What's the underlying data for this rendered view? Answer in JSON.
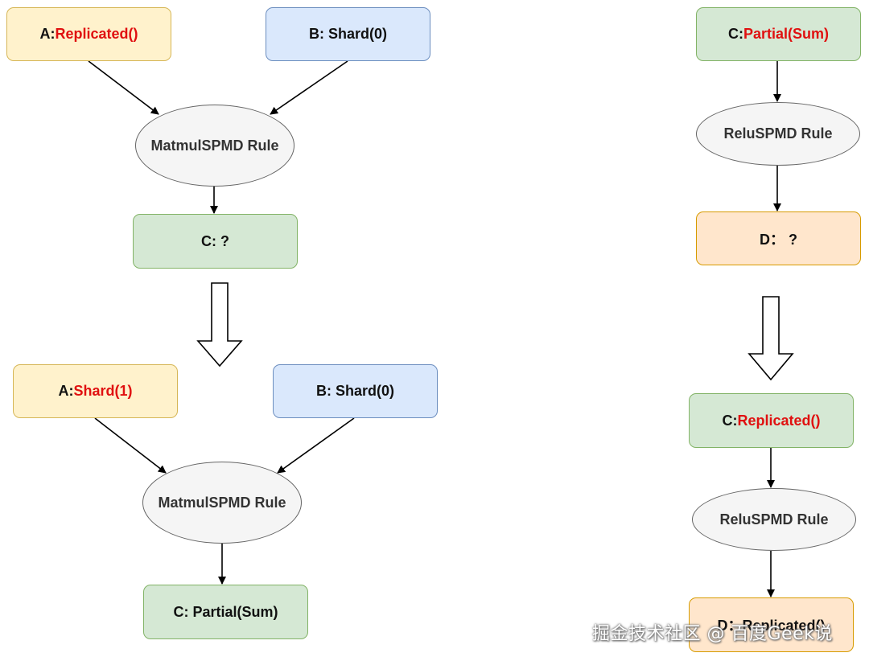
{
  "left_top": {
    "a": {
      "prefix": "A: ",
      "value": "Replicated()"
    },
    "b": {
      "text": "B: Shard(0)"
    },
    "rule": "MatmulSPMD Rule",
    "c": {
      "text": "C: ?"
    }
  },
  "left_bottom": {
    "a": {
      "prefix": "A: ",
      "value": "Shard(1)"
    },
    "b": {
      "text": "B: Shard(0)"
    },
    "rule": "MatmulSPMD Rule",
    "c": {
      "text": "C: Partial(Sum)"
    }
  },
  "right_top": {
    "c": {
      "prefix": "C: ",
      "value": "Partial(Sum)"
    },
    "rule": "ReluSPMD Rule",
    "d": {
      "text": "D： ?"
    }
  },
  "right_bottom": {
    "c": {
      "prefix": "C: ",
      "value": "Replicated()"
    },
    "rule": "ReluSPMD Rule",
    "d": {
      "text": "D：Replicated()"
    }
  },
  "watermark": "掘金技术社区 @ 百度Geek说",
  "colors": {
    "highlight_text": "#e01010",
    "yellow_fill": "#fff2cc",
    "blue_fill": "#dae8fc",
    "green_fill": "#d5e8d4",
    "orange_fill": "#ffe6cc",
    "ellipse_fill": "#f5f5f5"
  }
}
